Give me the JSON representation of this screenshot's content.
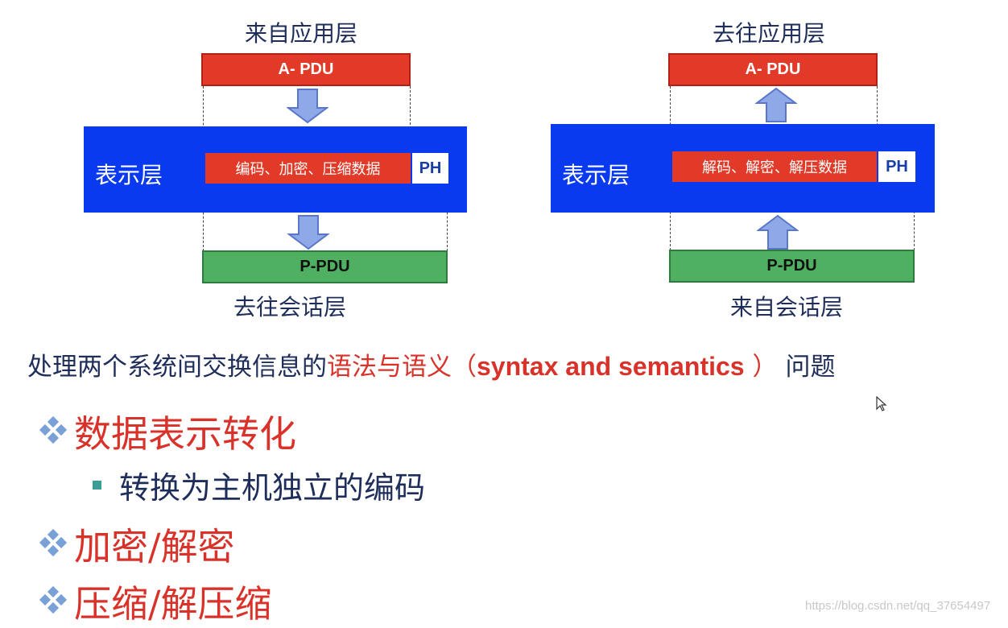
{
  "left_diagram": {
    "top_caption": "来自应用层",
    "top_pdu": "A- PDU",
    "layer_label": "表示层",
    "process_label": "编码、加密、压缩数据",
    "header_label": "PH",
    "bottom_pdu": "P-PDU",
    "bottom_caption": "去往会话层"
  },
  "right_diagram": {
    "top_caption": "去往应用层",
    "top_pdu": "A- PDU",
    "layer_label": "表示层",
    "process_label": "解码、解密、解压数据",
    "header_label": "PH",
    "bottom_pdu": "P-PDU",
    "bottom_caption": "来自会话层"
  },
  "description": {
    "prefix": "处理两个系统间交换信息的",
    "highlight": "语法与语义",
    "paren_open": "（",
    "english": "syntax and semantics",
    "paren_close": " ）",
    "suffix": "问题"
  },
  "bullets": {
    "item1": "数据表示转化",
    "sub1": "转换为主机独立的编码",
    "item2": "加密/解密",
    "item3": "压缩/解压缩"
  },
  "watermark": "https://blog.csdn.net/qq_37654497",
  "colors": {
    "layer_blue": "#0a3af0",
    "pdu_red": "#e23a28",
    "pdu_green": "#4fb062",
    "arrow_fill": "#8fa8e8",
    "text_navy": "#1f2d5a",
    "text_red": "#d8322a",
    "bullet_diamond": "#7aa0d8",
    "sub_bullet": "#3a9e96"
  }
}
